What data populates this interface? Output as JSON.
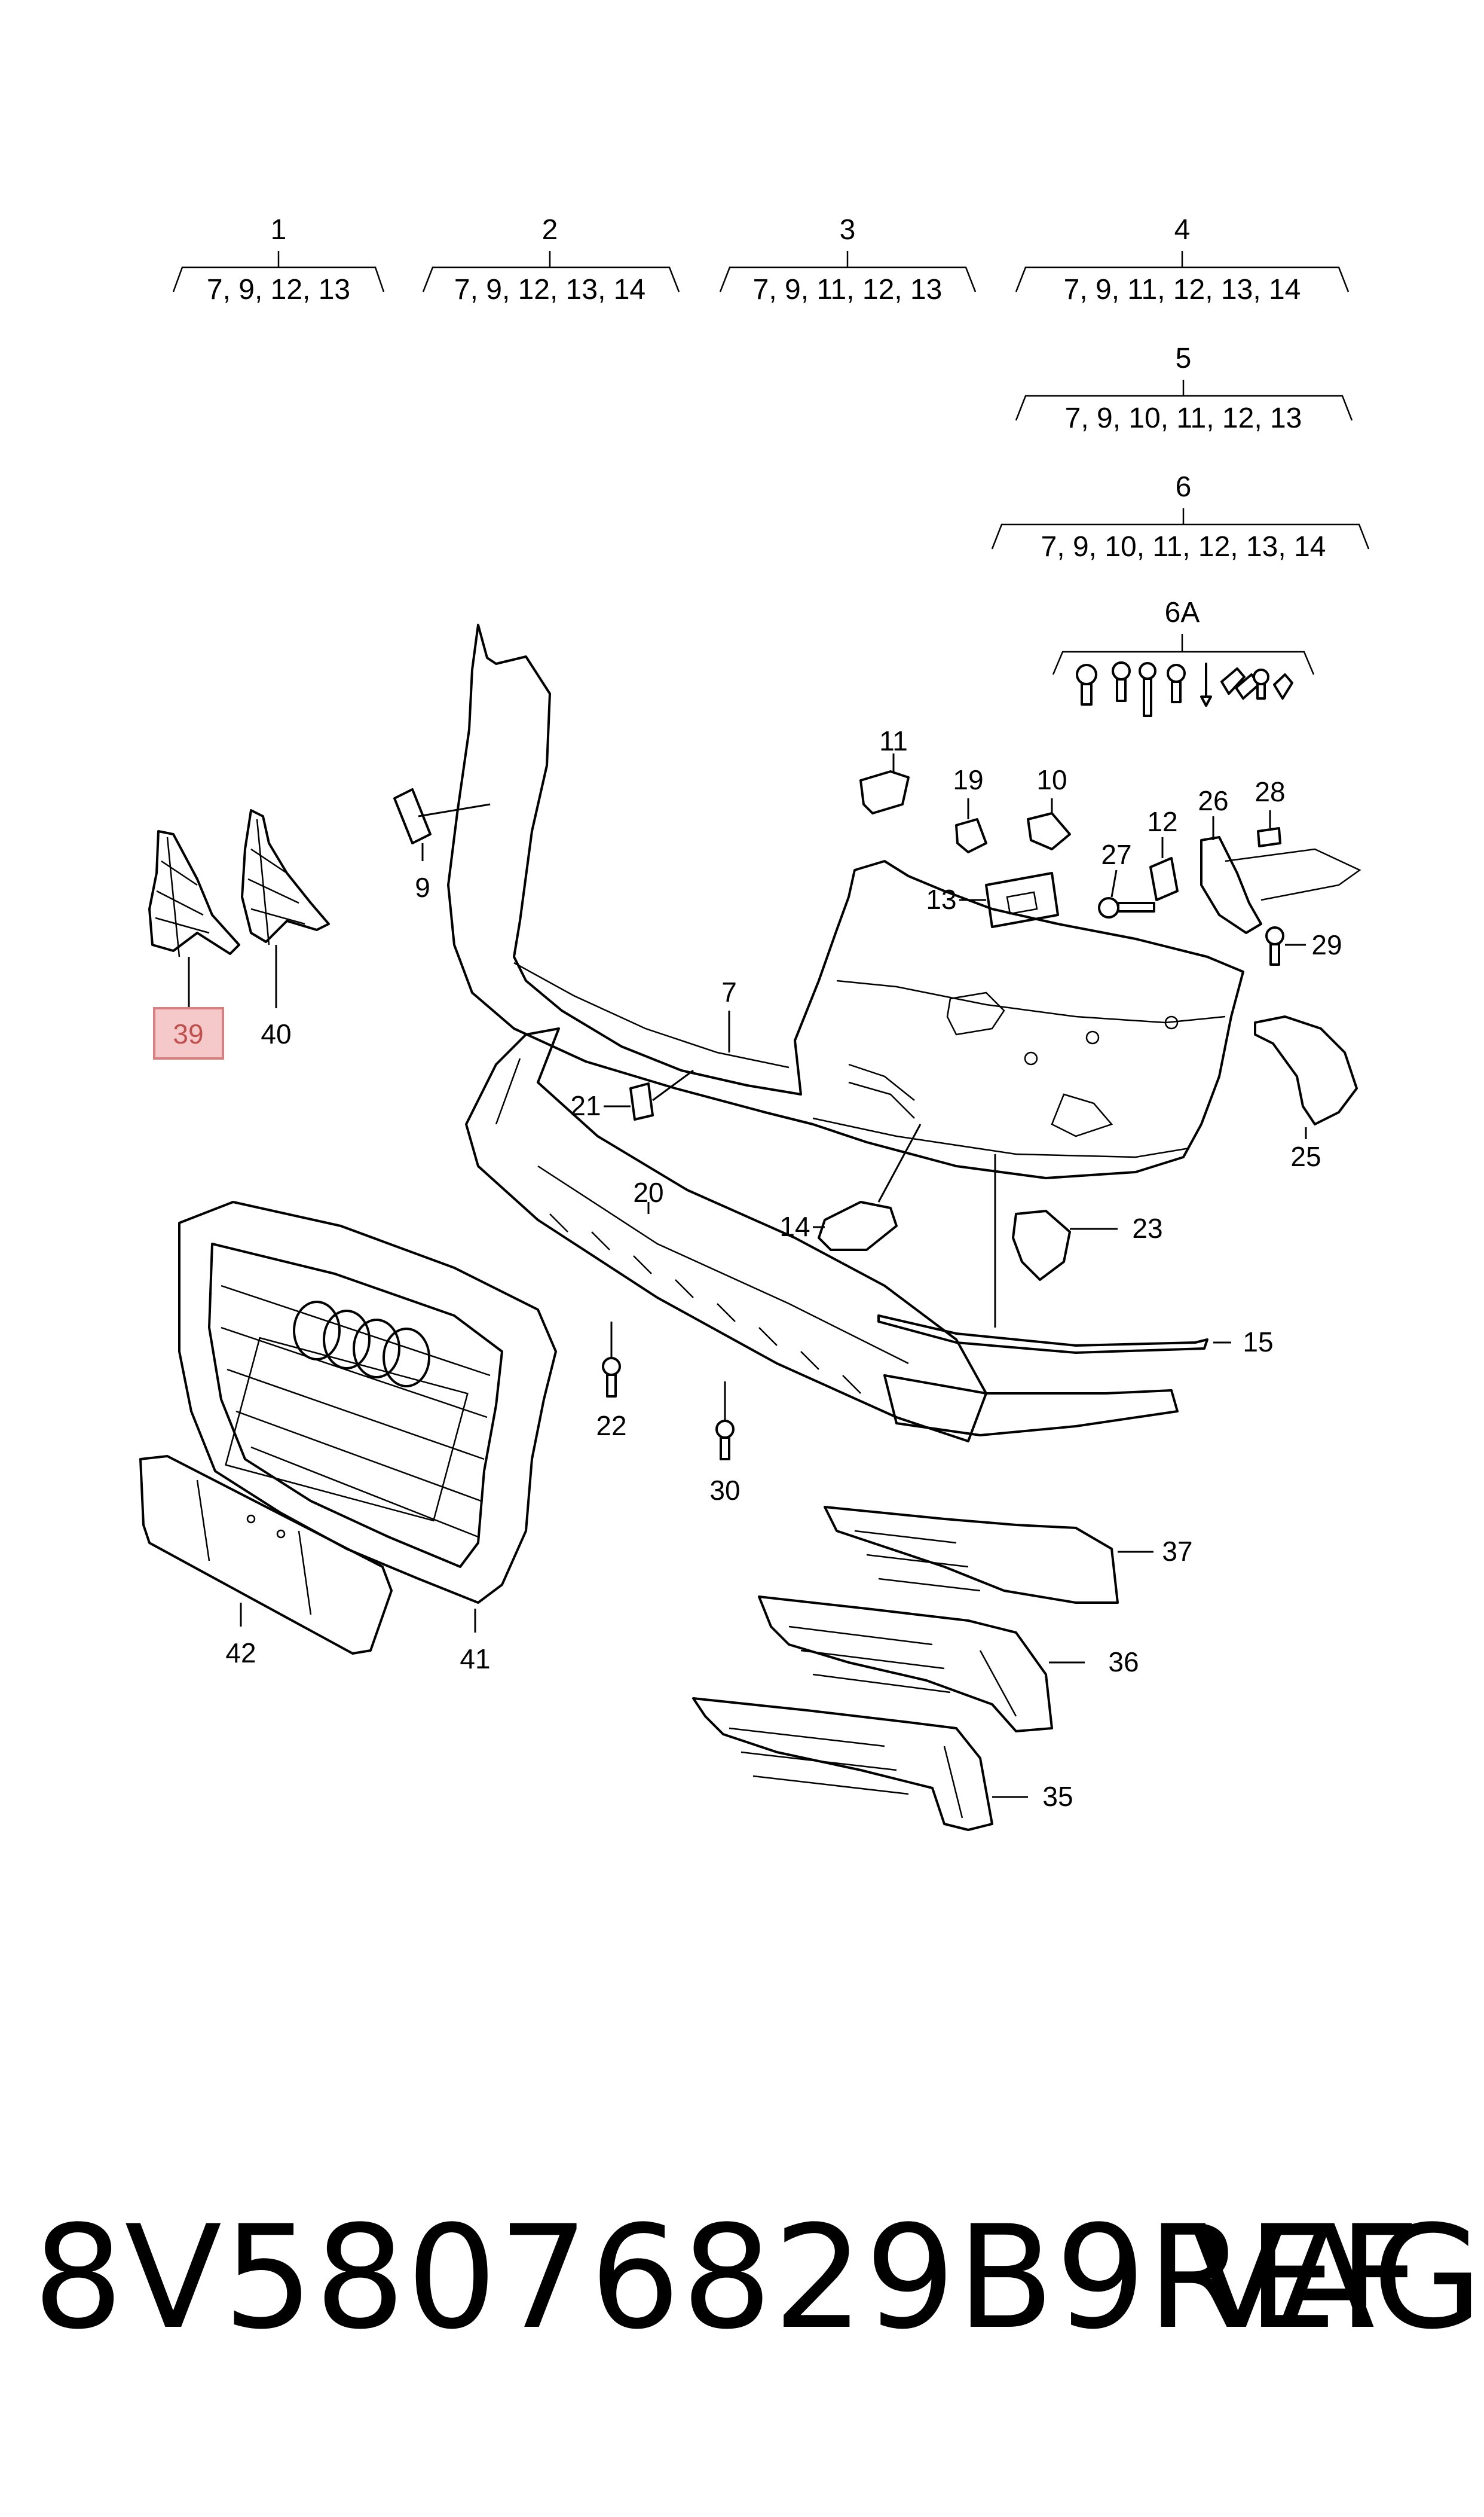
{
  "variant_groups": [
    {
      "id": "1",
      "contents": "7, 9, 12, 13"
    },
    {
      "id": "2",
      "contents": "7, 9, 12, 13, 14"
    },
    {
      "id": "3",
      "contents": "7, 9, 11, 12, 13"
    },
    {
      "id": "4",
      "contents": "7, 9, 11, 12, 13, 14"
    },
    {
      "id": "5",
      "contents": "7, 9, 10, 11, 12, 13"
    },
    {
      "id": "6",
      "contents": "7, 9, 10, 11, 12, 13, 14"
    }
  ],
  "hardware_group": {
    "id": "6A"
  },
  "part_labels": {
    "p7": "7",
    "p9": "9",
    "p10": "10",
    "p11": "11",
    "p12": "12",
    "p13": "13",
    "p14": "14",
    "p15": "15",
    "p19": "19",
    "p20": "20",
    "p21": "21",
    "p22": "22",
    "p23": "23",
    "p25": "25",
    "p26": "26",
    "p27": "27",
    "p28": "28",
    "p29": "29",
    "p30": "30",
    "p35": "35",
    "p36": "36",
    "p37": "37",
    "p39": "39",
    "p40": "40",
    "p41": "41",
    "p42": "42"
  },
  "highlighted_part": "39",
  "highlight_color": "#f5c9c9",
  "footer": {
    "part_code": "8V58076829B9REF",
    "brand": "VAG"
  }
}
